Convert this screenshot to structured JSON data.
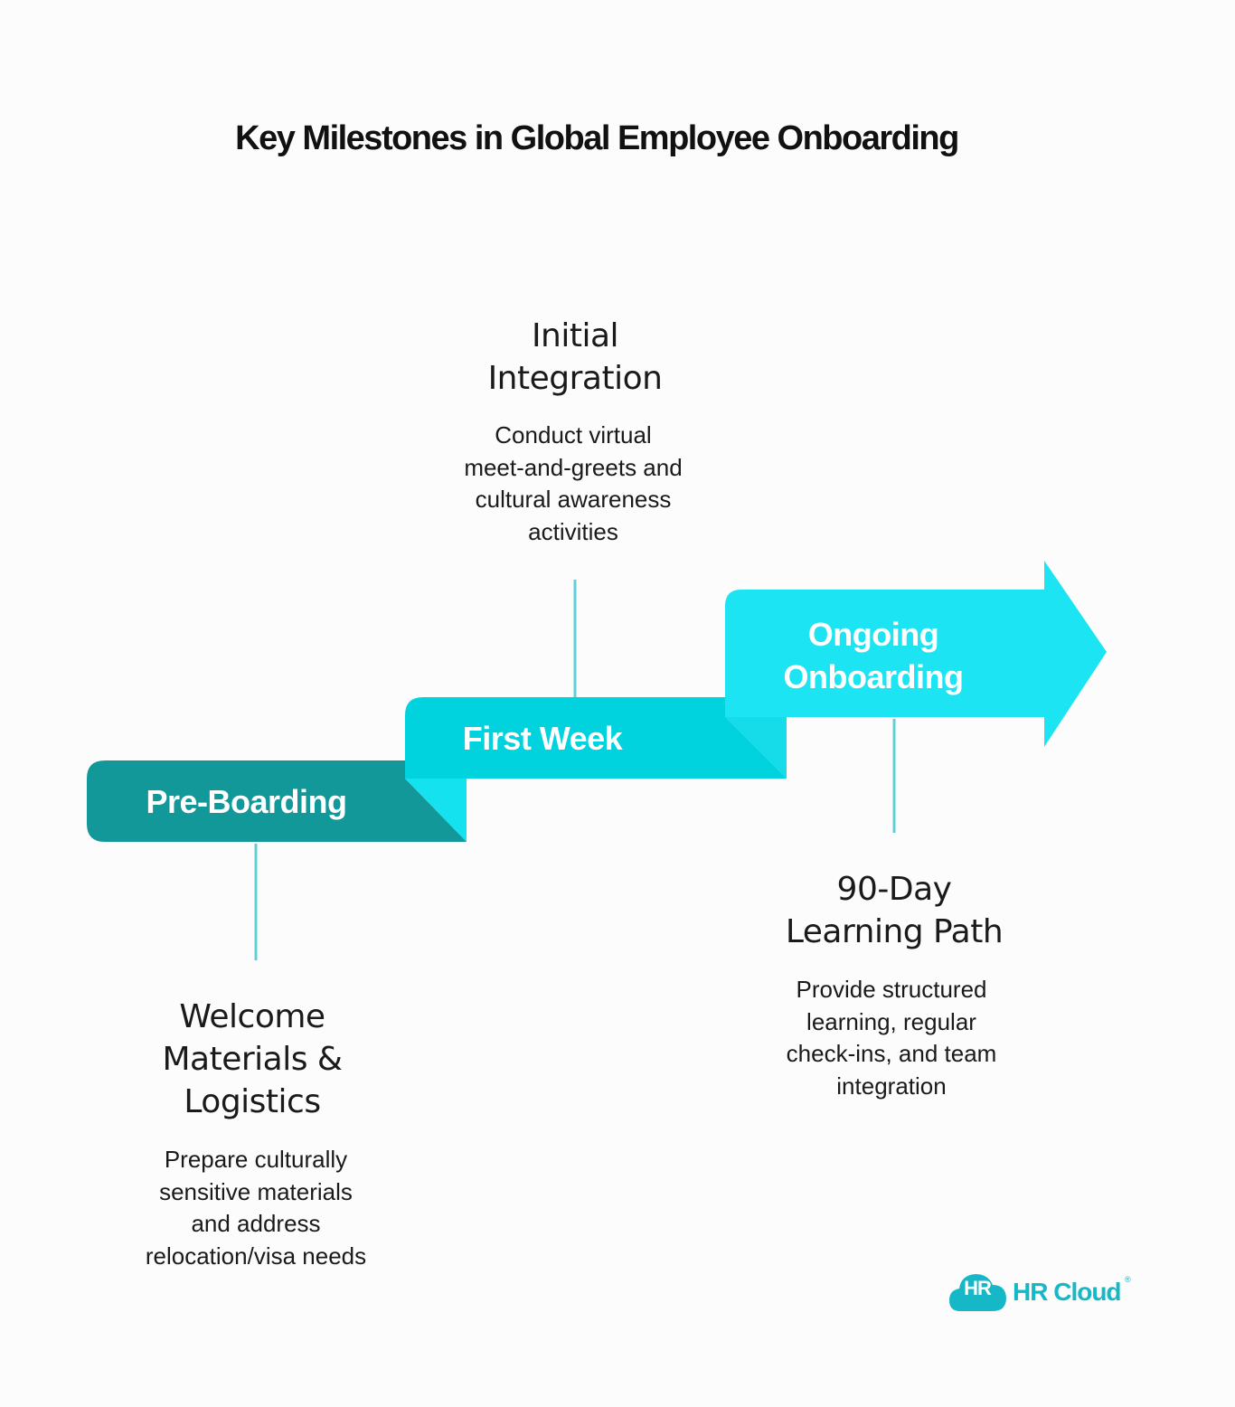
{
  "title": "Key Milestones in Global Employee Onboarding",
  "colors": {
    "pre_boarding": "#13989a",
    "first_week": "#00d3de",
    "ongoing": "#1de4f2",
    "fold_dark": "#0b6a70",
    "connector": "#5fd0d6",
    "logo": "#16b8c8"
  },
  "steps": [
    {
      "label": "Pre-Boarding",
      "heading": [
        "Welcome",
        "Materials &",
        "Logistics"
      ],
      "description": [
        "Prepare culturally",
        "sensitive materials",
        "and address",
        "relocation/visa needs"
      ]
    },
    {
      "label": "First Week",
      "heading": [
        "Initial",
        "Integration"
      ],
      "description": [
        "Conduct virtual",
        "meet-and-greets and",
        "cultural awareness",
        "activities"
      ]
    },
    {
      "label": [
        "Ongoing",
        "Onboarding"
      ],
      "heading": [
        "90-Day",
        "Learning Path"
      ],
      "description": [
        "Provide structured",
        "learning, regular",
        "check-ins, and team",
        "integration"
      ]
    }
  ],
  "logo": {
    "badge": "HR",
    "name": "HR Cloud",
    "mark": "®"
  }
}
